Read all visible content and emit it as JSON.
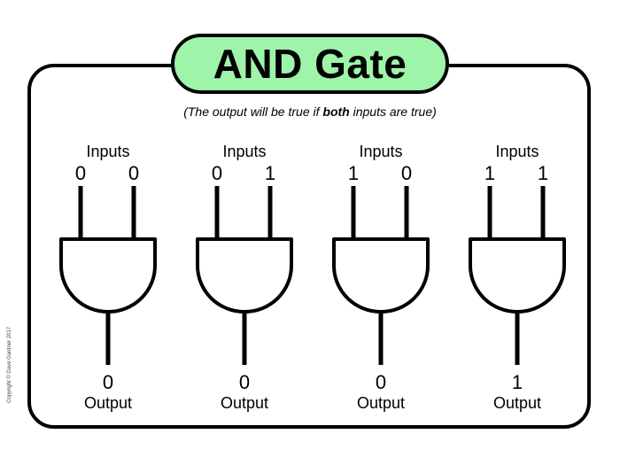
{
  "title": "AND Gate",
  "subtitle": {
    "before": "(The output will be true if ",
    "emphasis": "both",
    "after": " inputs are true)"
  },
  "copyright": "Copyright © Dave Gardner 2017",
  "colors": {
    "title_fill": "#9ef5a9",
    "stroke": "#000000"
  },
  "gates": [
    {
      "inputs_label": "Inputs",
      "input_a": "0",
      "input_b": "0",
      "output": "0",
      "output_label": "Output"
    },
    {
      "inputs_label": "Inputs",
      "input_a": "0",
      "input_b": "1",
      "output": "0",
      "output_label": "Output"
    },
    {
      "inputs_label": "Inputs",
      "input_a": "1",
      "input_b": "0",
      "output": "0",
      "output_label": "Output"
    },
    {
      "inputs_label": "Inputs",
      "input_a": "1",
      "input_b": "1",
      "output": "1",
      "output_label": "Output"
    }
  ]
}
